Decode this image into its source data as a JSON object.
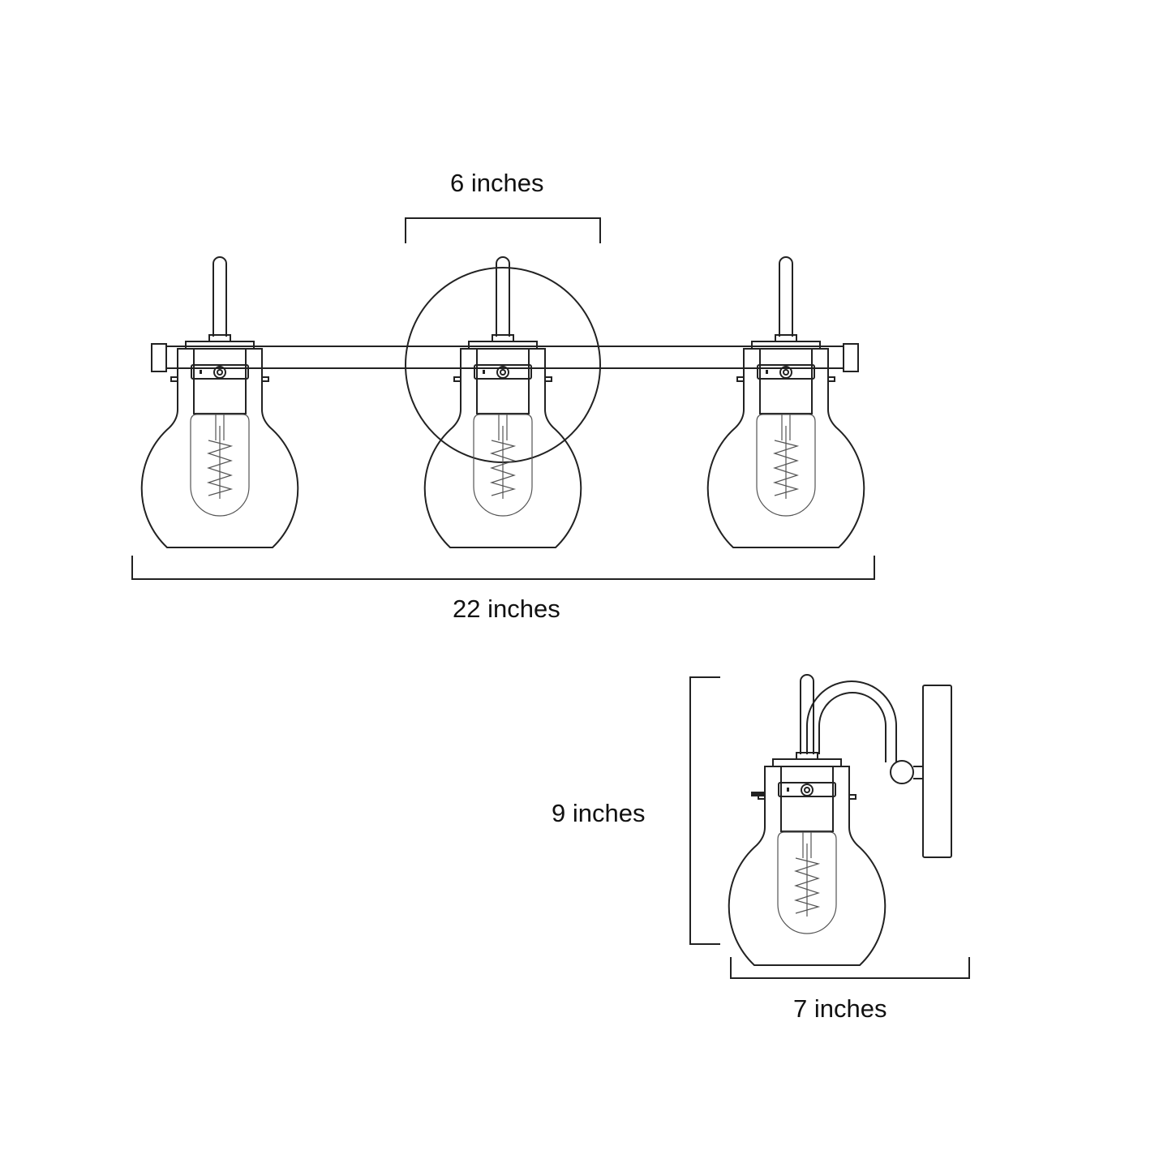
{
  "diagram": {
    "type": "product-dimension-drawing",
    "subject": "3-light vanity fixture with globe shades",
    "front_view": {
      "fixture_count": 3,
      "dimensions": {
        "backplate_width": {
          "value": 6,
          "unit": "inches",
          "label": "6 inches"
        },
        "overall_width": {
          "value": 22,
          "unit": "inches",
          "label": "22 inches"
        }
      }
    },
    "side_view": {
      "fixture_count": 1,
      "dimensions": {
        "height": {
          "value": 9,
          "unit": "inches",
          "label": "9 inches"
        },
        "extension": {
          "value": 7,
          "unit": "inches",
          "label": "7 inches"
        }
      }
    },
    "colors": {
      "line": "#222222",
      "background": "#ffffff",
      "text": "#111111"
    }
  }
}
